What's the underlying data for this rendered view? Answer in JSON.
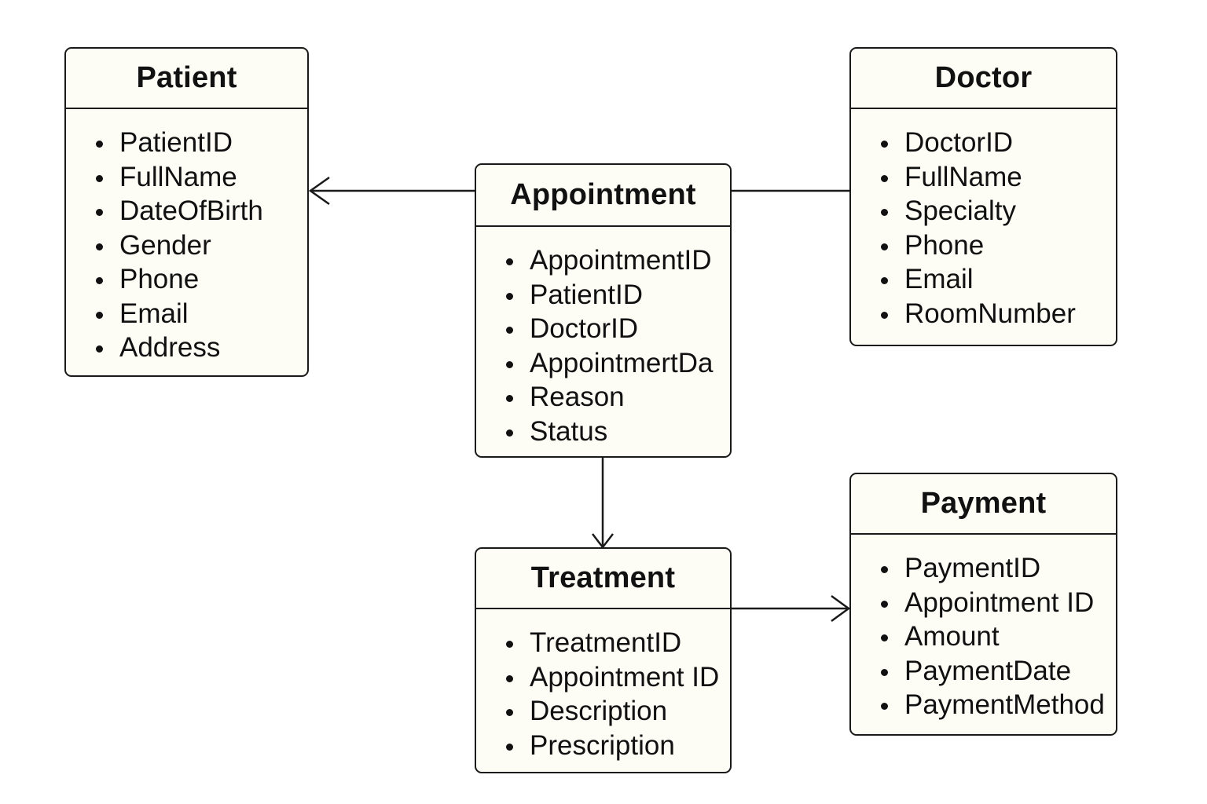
{
  "entities": {
    "patient": {
      "title": "Patient",
      "attributes": [
        "PatientID",
        "FullName",
        "DateOfBirth",
        "Gender",
        "Phone",
        "Email",
        "Address"
      ]
    },
    "doctor": {
      "title": "Doctor",
      "attributes": [
        "DoctorID",
        "FullName",
        "Specialty",
        "Phone",
        "Email",
        "RoomNumber"
      ]
    },
    "appointment": {
      "title": "Appointment",
      "attributes": [
        "AppointmentID",
        "PatientID",
        "DoctorID",
        "AppointmertDa",
        "Reason",
        "Status"
      ]
    },
    "treatment": {
      "title": "Treatment",
      "attributes": [
        "TreatmentID",
        "Appointment ID",
        "Description",
        "Prescription"
      ]
    },
    "payment": {
      "title": "Payment",
      "attributes": [
        "PaymentID",
        "Appointment ID",
        "Amount",
        "PaymentDate",
        "PaymentMethod"
      ]
    }
  },
  "relationships": [
    {
      "from": "Appointment",
      "to": "Patient",
      "arrowhead": "open"
    },
    {
      "from": "Appointment",
      "to": "Doctor",
      "arrowhead": "none"
    },
    {
      "from": "Appointment",
      "to": "Treatment",
      "arrowhead": "open"
    },
    {
      "from": "Treatment",
      "to": "Payment",
      "arrowhead": "open"
    }
  ],
  "colors": {
    "box_fill": "#fdfdf6",
    "stroke": "#1a1a1a",
    "text": "#111111",
    "background": "#ffffff"
  }
}
